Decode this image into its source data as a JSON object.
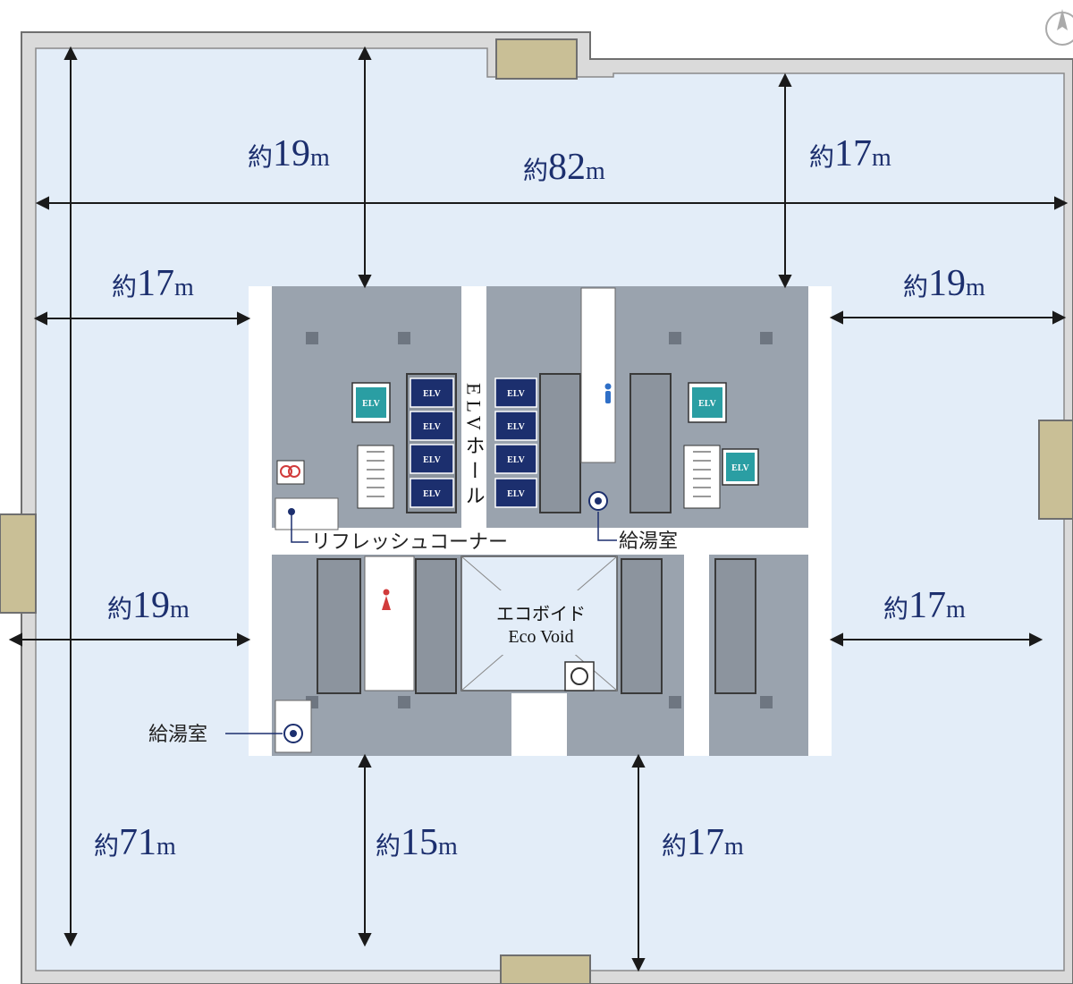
{
  "colors": {
    "floor": "#e3edf8",
    "core_gray": "#9aa3ae",
    "corridor": "#ffffff",
    "dimension_text": "#1c2f6e",
    "elv_navy": "#1c2f6e",
    "elv_teal": "#2a9ea3",
    "wall": "#8a8a8a",
    "stair_tan": "#c9bf96"
  },
  "dimensions": {
    "top_left_depth": {
      "prefix": "約",
      "value": "19",
      "unit": "m"
    },
    "overall_width": {
      "prefix": "約",
      "value": "82",
      "unit": "m"
    },
    "top_right_depth": {
      "prefix": "約",
      "value": "17",
      "unit": "m"
    },
    "left_upper_width": {
      "prefix": "約",
      "value": "17",
      "unit": "m"
    },
    "right_upper_width": {
      "prefix": "約",
      "value": "19",
      "unit": "m"
    },
    "left_lower_width": {
      "prefix": "約",
      "value": "19",
      "unit": "m"
    },
    "right_lower_width": {
      "prefix": "約",
      "value": "17",
      "unit": "m"
    },
    "overall_depth": {
      "prefix": "約",
      "value": "71",
      "unit": "m"
    },
    "bottom_mid_depth": {
      "prefix": "約",
      "value": "15",
      "unit": "m"
    },
    "bottom_right_depth": {
      "prefix": "約",
      "value": "17",
      "unit": "m"
    }
  },
  "rooms": {
    "elv_hall": "ELVホール",
    "refresh_corner": "リフレッシュコーナー",
    "kyutoshitsu_core": "給湯室",
    "kyutoshitsu_left": "給湯室",
    "eco_void_ja": "エコボイド",
    "eco_void_en": "Eco Void"
  },
  "elevators": {
    "label": "ELV",
    "navy_count": 8,
    "teal_count": 3
  },
  "icons": {
    "compass": "north-arrow-icon",
    "restroom_male": "male-restroom-icon",
    "restroom_female": "female-restroom-icon",
    "pantry": "pantry-icon",
    "aed": "aed-icon"
  }
}
